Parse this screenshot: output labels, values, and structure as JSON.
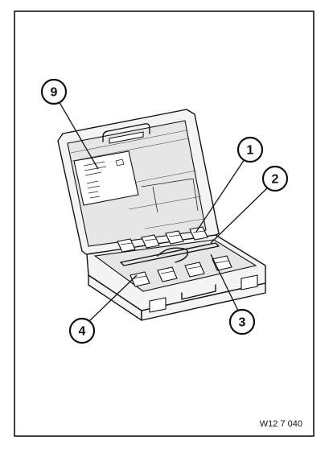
{
  "callouts": [
    {
      "id": "9",
      "label": "9"
    },
    {
      "id": "1",
      "label": "1"
    },
    {
      "id": "2",
      "label": "2"
    },
    {
      "id": "3",
      "label": "3"
    },
    {
      "id": "4",
      "label": "4"
    }
  ],
  "reference_code": "W12 7 040"
}
